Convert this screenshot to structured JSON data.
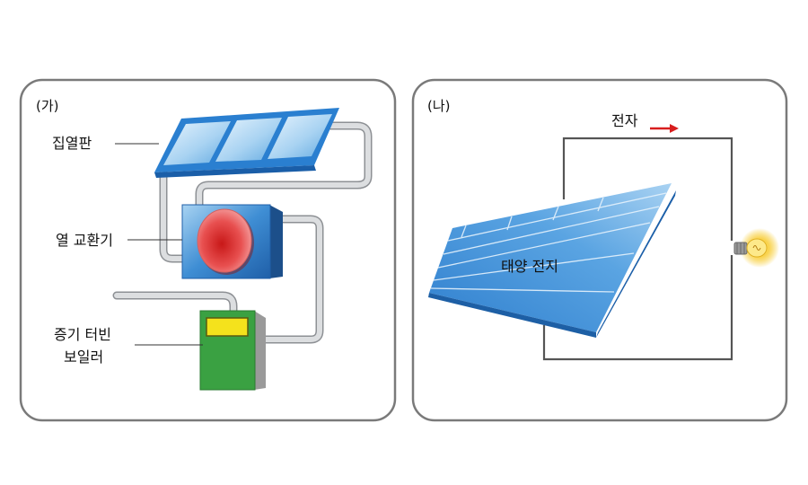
{
  "panel_a": {
    "tag": "(가)",
    "labels": {
      "collector": "집열판",
      "heat_exchanger": "열 교환기",
      "turbine_line1": "증기 터빈",
      "turbine_line2": "보일러"
    }
  },
  "panel_b": {
    "tag": "(나)",
    "labels": {
      "electron": "전자",
      "solar_cell": "태양 전지"
    }
  },
  "colors": {
    "panel_border": "#7a7a7a",
    "pipe": "#b9bbbe",
    "collector_blue": "#2a7fd0",
    "exchanger_blue": "#2f7fc8",
    "exchanger_core": "#e03030",
    "boiler_green": "#3aa142",
    "boiler_window": "#f4e21c",
    "arrow_red": "#d81e1e",
    "wire": "#555555",
    "bulb_glow": "#f5c518"
  },
  "icons": {
    "arrow": "right-arrow-icon",
    "bulb": "light-bulb-icon"
  }
}
